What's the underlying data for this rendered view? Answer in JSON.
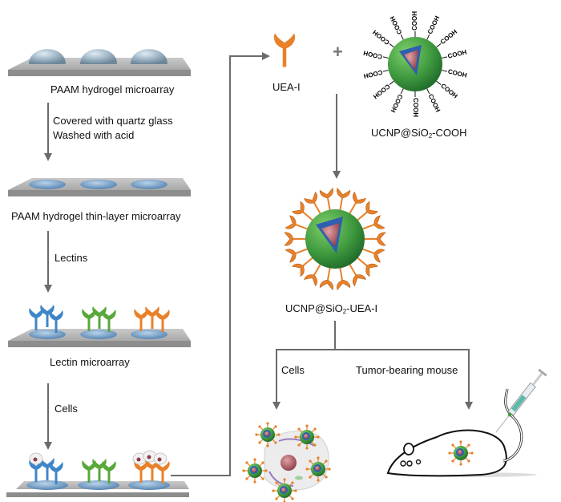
{
  "left_column": {
    "step1_label": "PAAM  hydrogel microarray",
    "arrow1_label_line1": "Covered with quartz glass",
    "arrow1_label_line2": "Washed with acid",
    "step2_label": "PAAM  hydrogel thin-layer microarray",
    "arrow2_label": "Lectins",
    "step3_label": "Lectin microarray",
    "arrow3_label": "Cells"
  },
  "right_column": {
    "lectin_label": "UEA-I",
    "plus_sign": "+",
    "nanoparticle_label_prefix": "UCNP@SiO",
    "nanoparticle_label_sub": "2",
    "nanoparticle_label_suffix": "-COOH",
    "carboxyl_group": "COOH",
    "conjugate_label_prefix": "UCNP@SiO",
    "conjugate_label_sub": "2",
    "conjugate_label_suffix": "-UEA-I",
    "branch_left_label": "Cells",
    "branch_right_label": "Tumor-bearing mouse"
  },
  "colors": {
    "arrow": "#6b6b6b",
    "slide": "#9a9a9a",
    "droplet": "#9fb6c6",
    "lectin_blue": "#3f86c8",
    "lectin_green": "#58a83a",
    "lectin_orange": "#e8812a",
    "shell_green": "#3f9a3f",
    "layer_blue": "#2f5fae",
    "core_red": "#b25a62"
  }
}
